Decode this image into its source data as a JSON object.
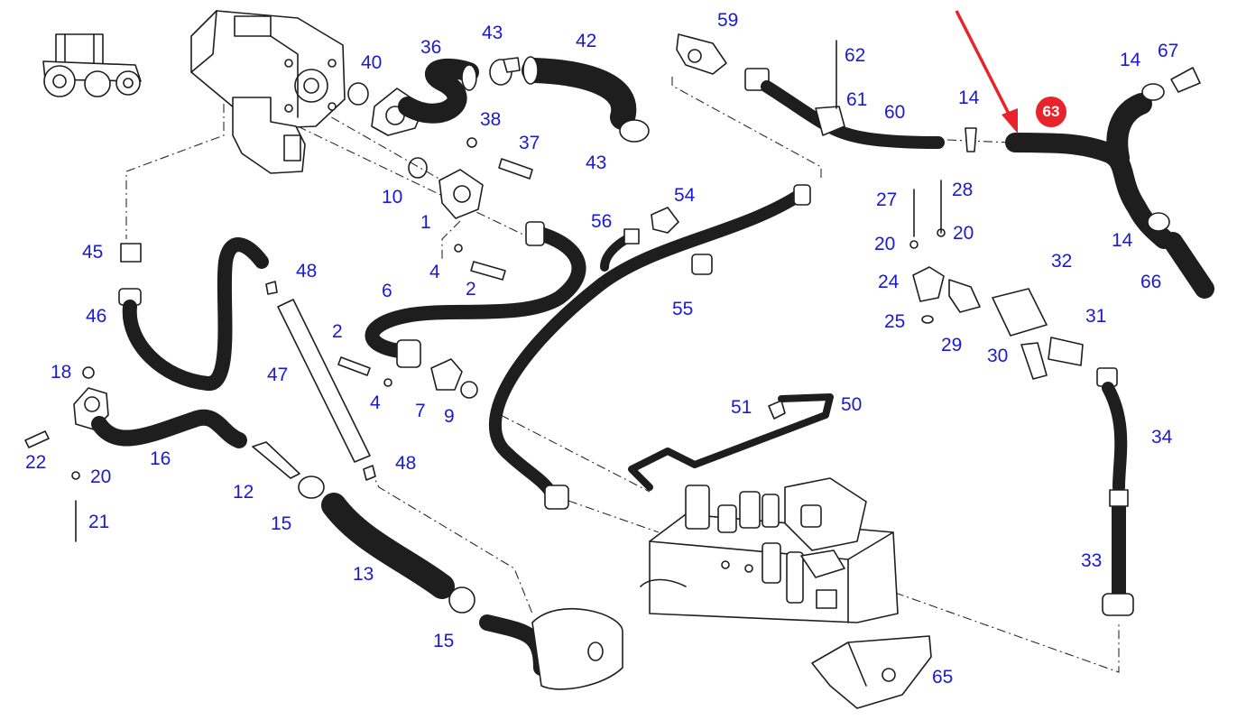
{
  "diagram": {
    "highlight": {
      "label": "63",
      "color": "#e8232a"
    },
    "arrow_color": "#e8232a",
    "label_color": "#1a1ad6",
    "labels": [
      "59",
      "43",
      "42",
      "62",
      "36",
      "40",
      "14",
      "67",
      "61",
      "60",
      "14",
      "38",
      "37",
      "43",
      "28",
      "27",
      "10",
      "54",
      "56",
      "20",
      "20",
      "45",
      "48",
      "1",
      "4",
      "2",
      "32",
      "6",
      "24",
      "46",
      "55",
      "25",
      "29",
      "31",
      "2",
      "30",
      "47",
      "18",
      "4",
      "7",
      "9",
      "51",
      "50",
      "34",
      "22",
      "16",
      "20",
      "48",
      "12",
      "15",
      "21",
      "13",
      "33",
      "15",
      "65",
      "14",
      "66"
    ]
  }
}
